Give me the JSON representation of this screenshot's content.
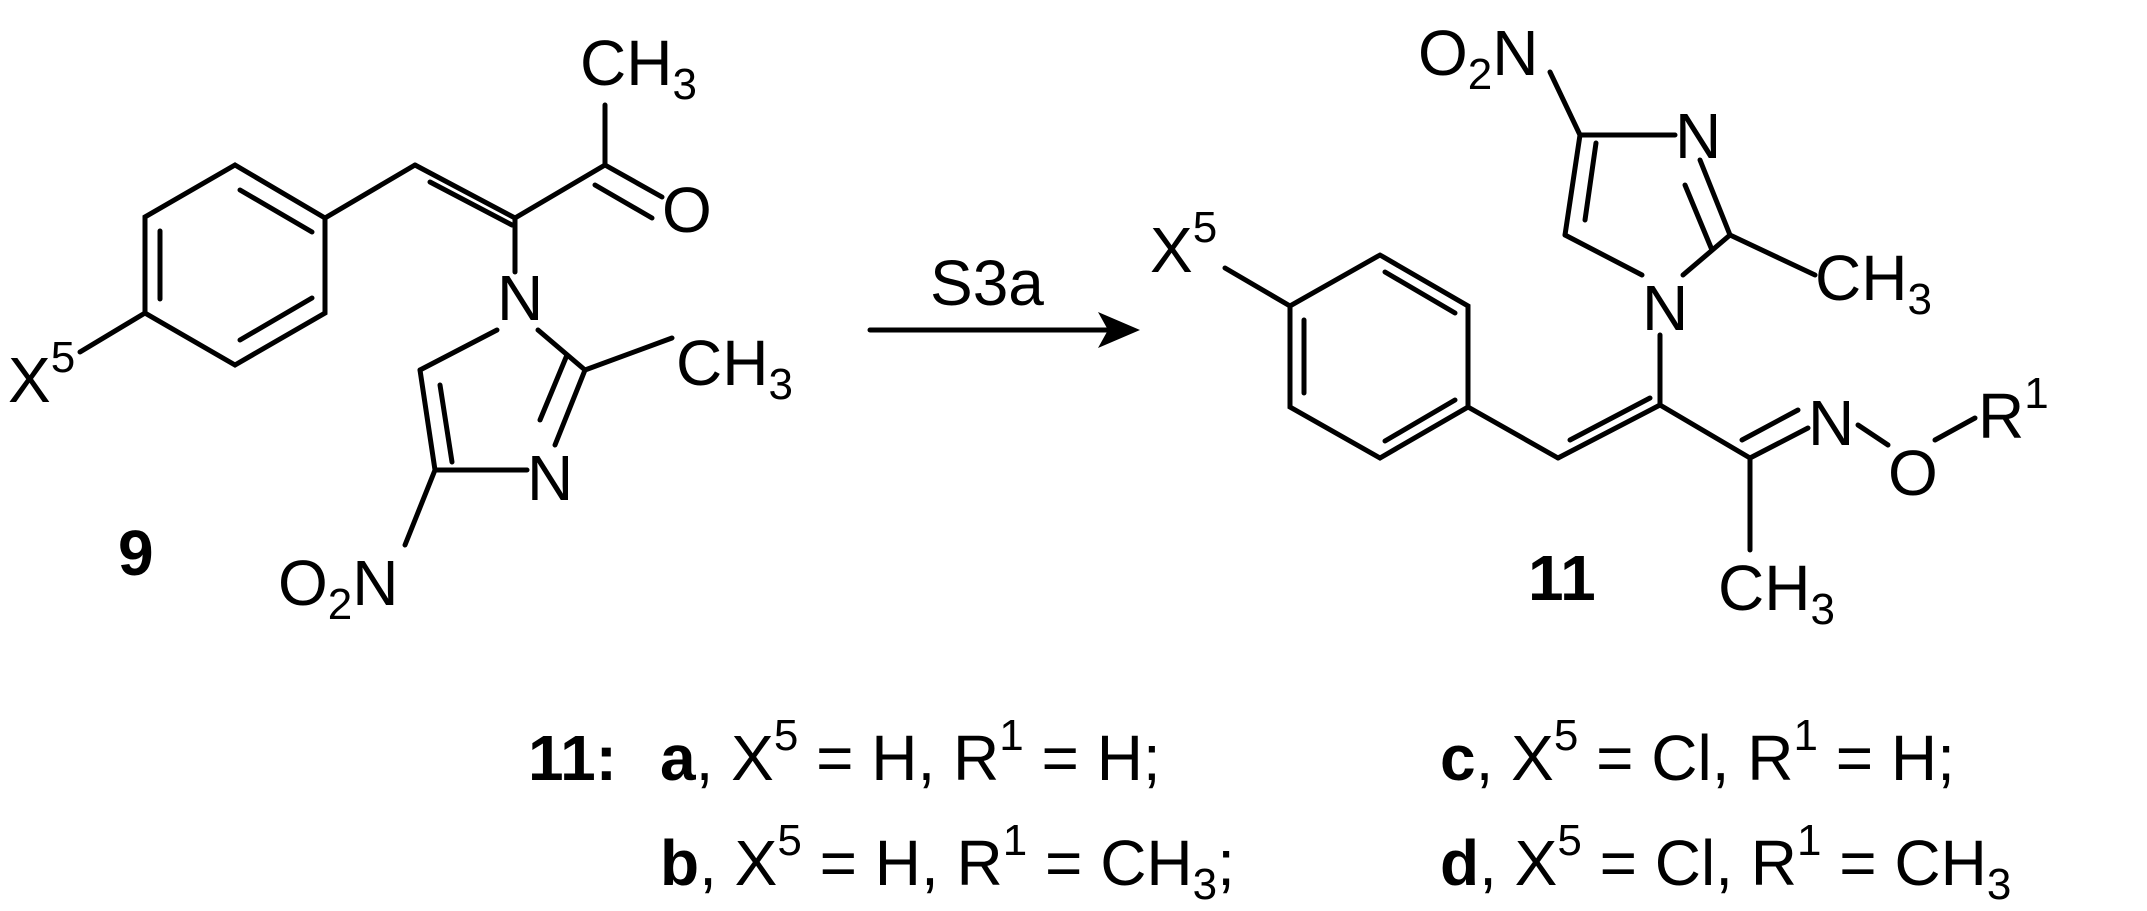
{
  "reaction": {
    "reagent_label": "S3a",
    "compound_left": "9",
    "compound_right": "11"
  },
  "atoms": {
    "ch3": "CH",
    "ch3_sub": "3",
    "o": "O",
    "n": "N",
    "o2n_o": "O",
    "o2n_sub": "2",
    "o2n_n": "N",
    "x": "X",
    "x_sup": "5",
    "r": "R",
    "r_sup": "1"
  },
  "legend": {
    "prefix": "11:",
    "entries": [
      {
        "letter": "a",
        "x5": "H",
        "r1": "H",
        "end": ";"
      },
      {
        "letter": "b",
        "x5": "H",
        "r1": "CH3",
        "end": ";"
      },
      {
        "letter": "c",
        "x5": "Cl",
        "r1": "H",
        "end": ";"
      },
      {
        "letter": "d",
        "x5": "Cl",
        "r1": "CH3",
        "end": ""
      }
    ]
  }
}
